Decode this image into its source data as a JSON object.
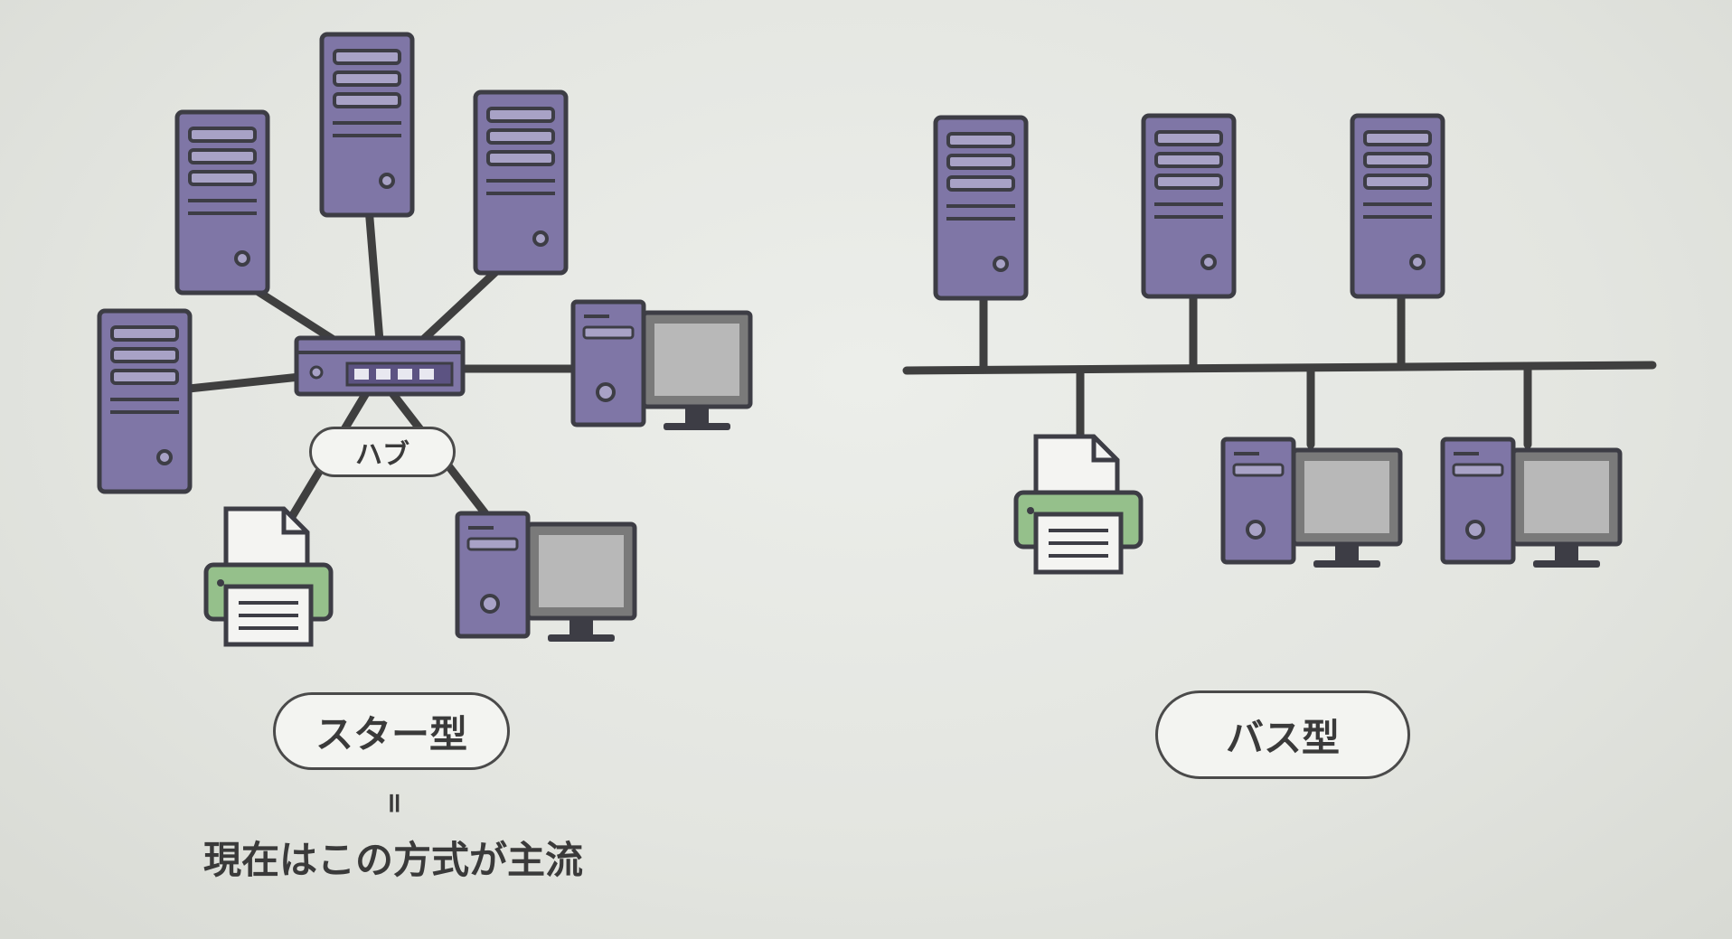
{
  "colors": {
    "server_fill": "#7f76a6",
    "server_dark": "#5c5382",
    "outline": "#3d3d45",
    "screen": "#b8b8b8",
    "printer_green": "#95c08b",
    "cable": "#3f3f3f"
  },
  "star": {
    "hub_label": "ハブ",
    "type_label": "スター型",
    "equals_mark": "॥",
    "note": "現在はこの方式が主流"
  },
  "bus": {
    "type_label": "バス型"
  }
}
